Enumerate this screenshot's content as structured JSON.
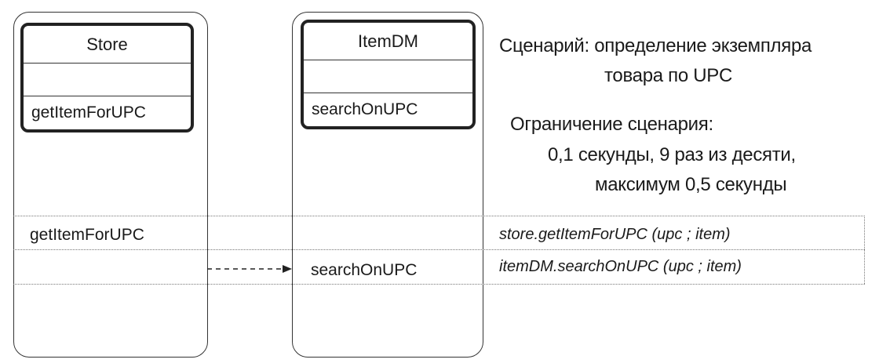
{
  "store": {
    "class_name": "Store",
    "operation": "getItemForUPC",
    "row_label": "getItemForUPC"
  },
  "itemdm": {
    "class_name": "ItemDM",
    "operation": "searchOnUPC",
    "row_label": "searchOnUPC"
  },
  "scenario": {
    "title_line1": "Сценарий: определение экземпляра",
    "title_line2": "товара по UPC",
    "constraint_line1": "Ограничение сценария:",
    "constraint_line2": "0,1 секунды, 9 раз из десяти,",
    "constraint_line3": "максимум 0,5 секунды"
  },
  "calls": [
    "store.getItemForUPC (upc ; item)",
    "itemDM.searchOnUPC (upc ; item)"
  ]
}
